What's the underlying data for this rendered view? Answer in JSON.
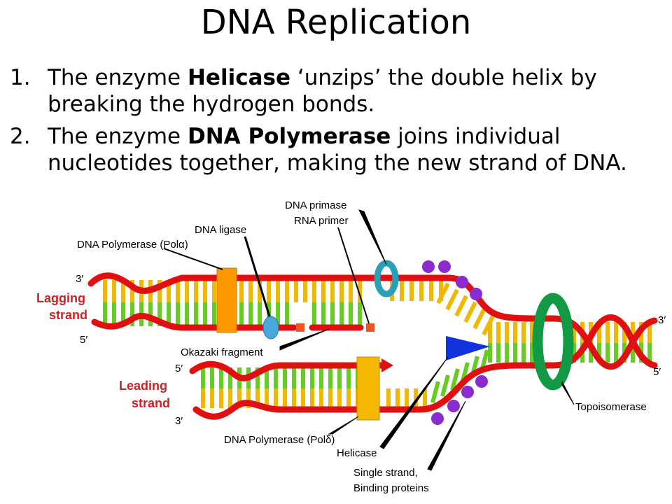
{
  "slide": {
    "title": "DNA Replication",
    "points": [
      {
        "number": "1.",
        "pre": "The enzyme ",
        "bold": "Helicase",
        "post": " ‘unzips’ the double helix by breaking the hydrogen bonds."
      },
      {
        "number": "2.",
        "pre": "The enzyme ",
        "bold": "DNA Polymerase",
        "post": " joins individual nucleotides together, making the new strand of DNA."
      }
    ]
  },
  "diagram": {
    "labels": {
      "dna_primase": "DNA primase",
      "rna_primer": "RNA primer",
      "dna_ligase": "DNA ligase",
      "polymerase_alpha": "DNA Polymerase (Polα)",
      "okazaki": "Okazaki fragment",
      "polymerase_delta": "DNA Polymerase (Polδ)",
      "helicase": "Helicase",
      "ssb_line1": "Single strand,",
      "ssb_line2": "Binding proteins",
      "topoisomerase": "Topoisomerase",
      "lagging_line1": "Lagging",
      "lagging_line2": "strand",
      "leading_line1": "Leading",
      "leading_line2": "strand",
      "lag_3prime": "3′",
      "lag_5prime": "5′",
      "lead_5prime": "5′",
      "lead_3prime": "3′",
      "right_3prime": "3′",
      "right_5prime": "5′"
    },
    "colors": {
      "backbone": "#e01010",
      "base_yellow": "#f0b800",
      "base_green": "#66cc22",
      "polymerase": "#ff9900",
      "helicase": "#1133dd",
      "topoisomerase": "#119944",
      "primase": "#2aa0b8",
      "ssb": "#8a2bd0",
      "strand_label": "#cc2222"
    }
  }
}
